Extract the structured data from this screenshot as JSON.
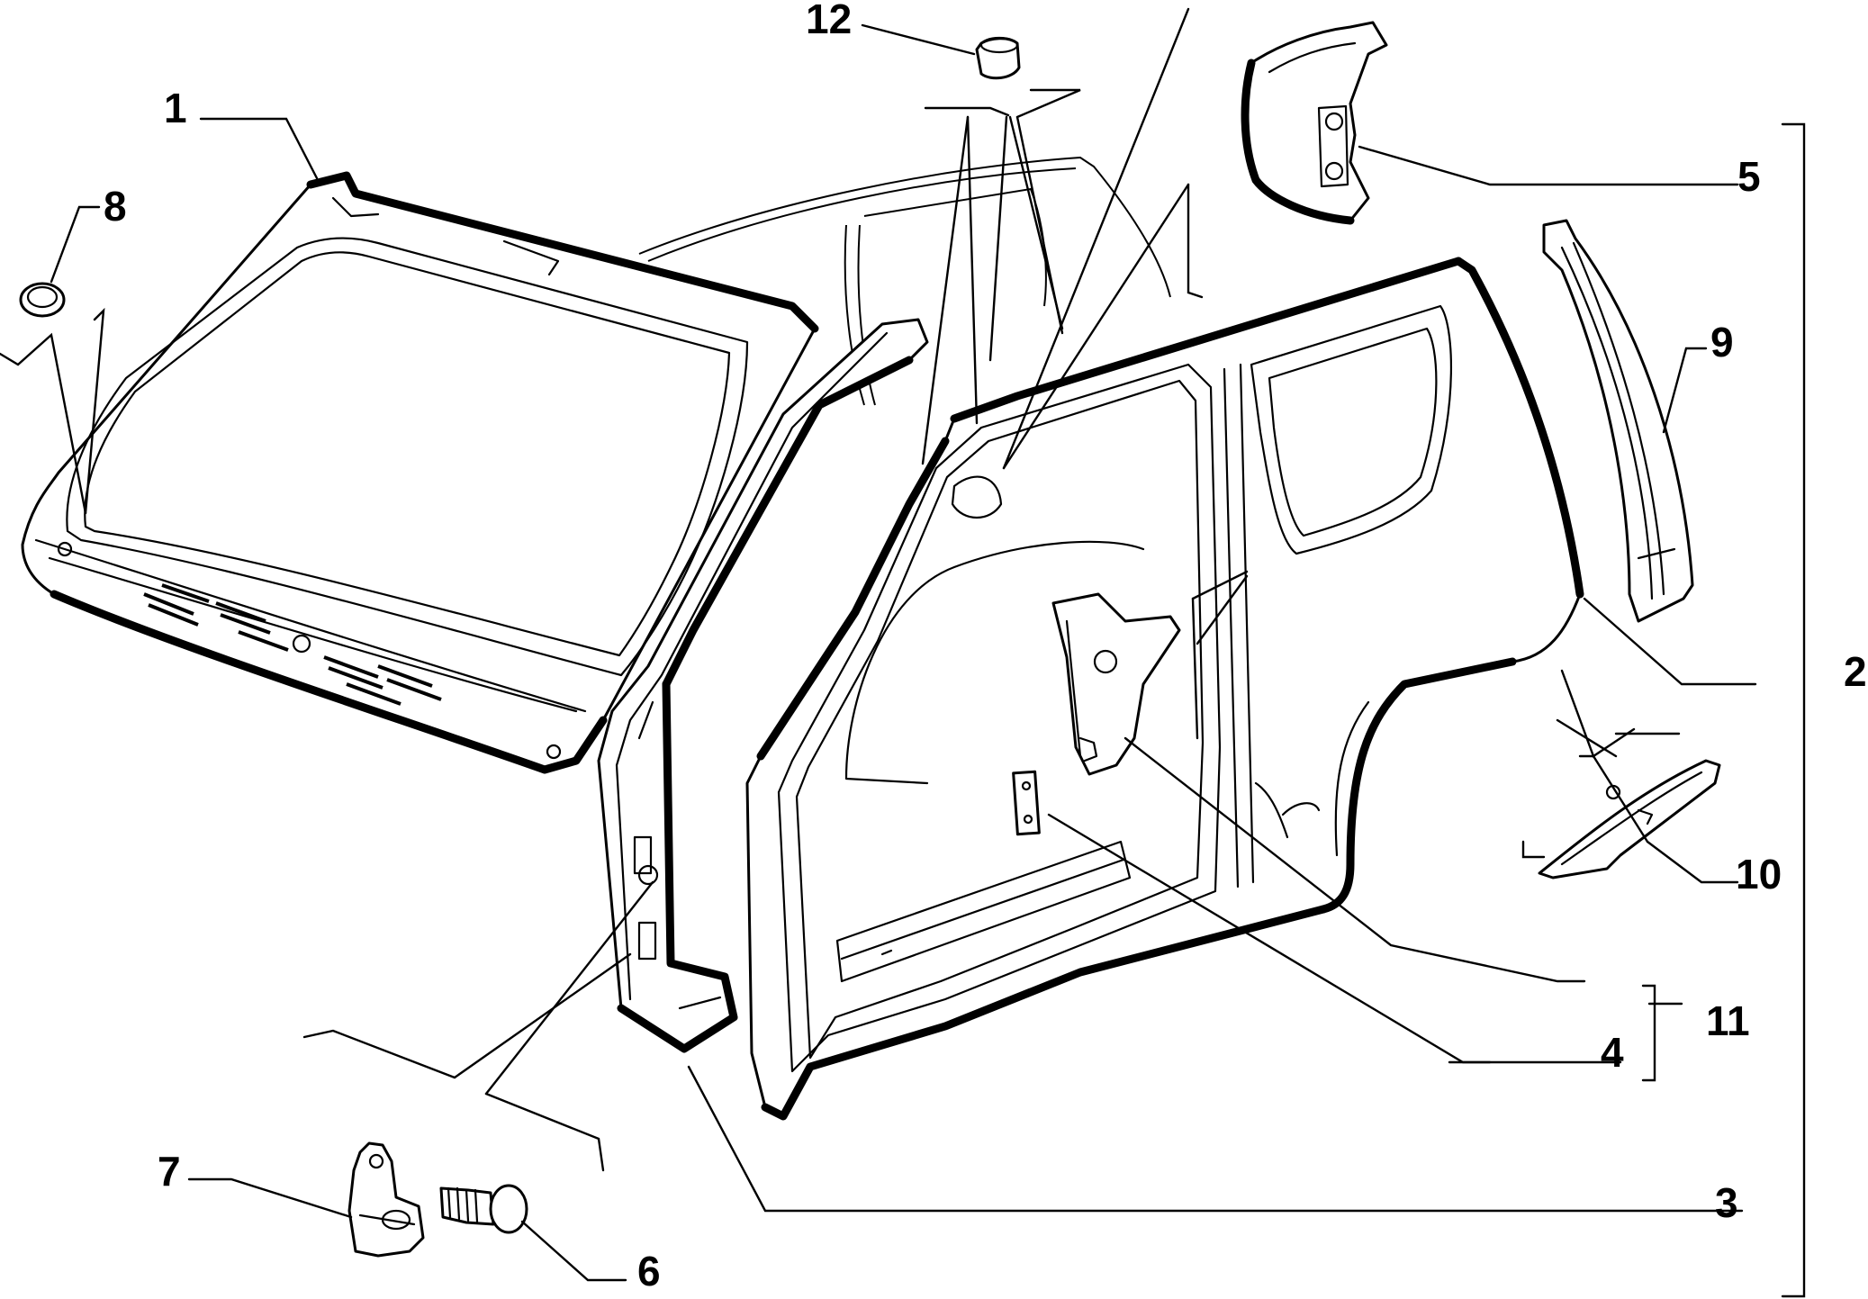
{
  "callouts": {
    "c1": "1",
    "c2": "2",
    "c3": "3",
    "c4": "4",
    "c5": "5",
    "c6": "6",
    "c7": "7",
    "c8": "8",
    "c9": "9",
    "c10": "10",
    "c11": "11",
    "c12": "12"
  },
  "parts": [
    {
      "callout": "1",
      "icon": "windshield-frame"
    },
    {
      "callout": "2",
      "icon": "side-body-panel"
    },
    {
      "callout": "3",
      "icon": "door-pillar"
    },
    {
      "callout": "4",
      "icon": "small-bracket"
    },
    {
      "callout": "5",
      "icon": "rear-corner-bracket"
    },
    {
      "callout": "6",
      "icon": "screw"
    },
    {
      "callout": "7",
      "icon": "door-check-hinge"
    },
    {
      "callout": "8",
      "icon": "rubber-plug"
    },
    {
      "callout": "9",
      "icon": "rear-pillar-reinforcement"
    },
    {
      "callout": "10",
      "icon": "wheel-arch-gusset"
    },
    {
      "callout": "11",
      "icon": "pillar-reinforcement-assembly"
    },
    {
      "callout": "12",
      "icon": "plug-cap"
    }
  ]
}
